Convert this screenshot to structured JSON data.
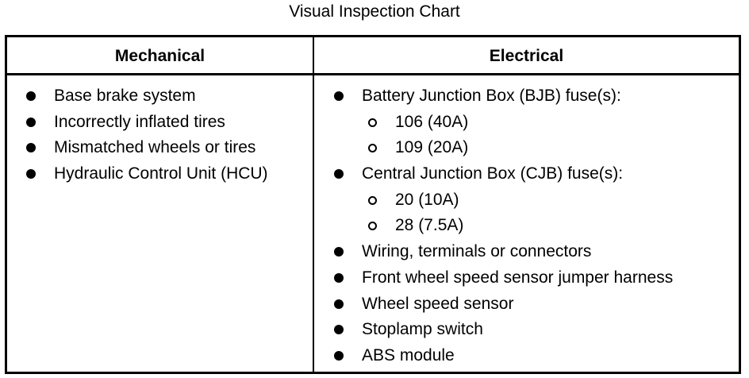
{
  "title": "Visual Inspection Chart",
  "columns": {
    "mechanical": {
      "header": "Mechanical",
      "items": [
        "Base brake system",
        "Incorrectly inflated tires",
        "Mismatched wheels or tires",
        "Hydraulic Control Unit (HCU)"
      ]
    },
    "electrical": {
      "header": "Electrical",
      "items": [
        "Battery Junction Box (BJB) fuse(s):",
        "106 (40A)",
        "109 (20A)",
        "Central Junction Box (CJB) fuse(s):",
        "20 (10A)",
        "28 (7.5A)",
        "Wiring, terminals or connectors",
        "Front wheel speed sensor jumper harness",
        "Wheel speed sensor",
        "Stoplamp switch",
        "ABS module"
      ]
    }
  }
}
